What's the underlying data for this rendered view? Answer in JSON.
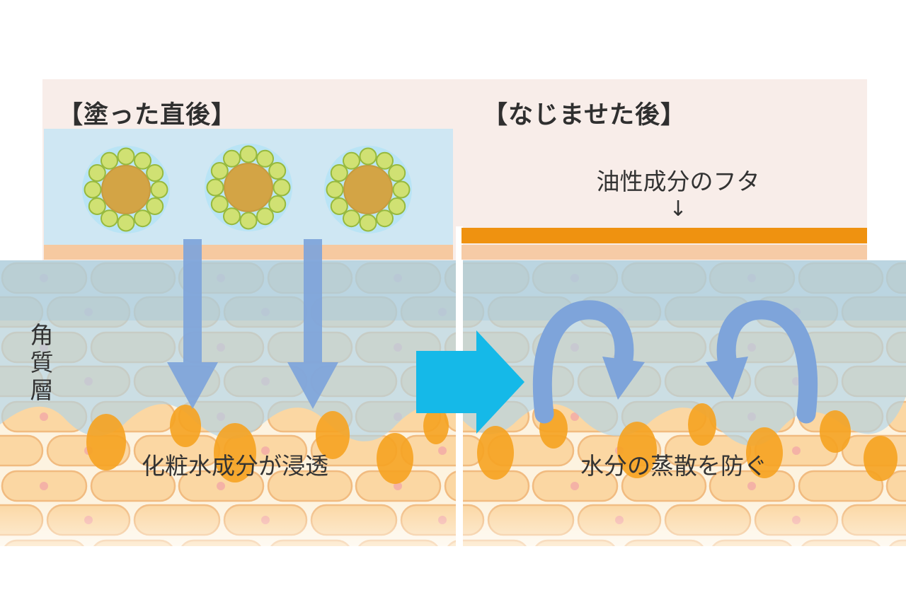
{
  "left_panel": {
    "title": "【塗った直後】",
    "caption": "化粧水成分が浸透"
  },
  "right_panel": {
    "title": "【なじませた後】",
    "oil_label": "油性成分のフタ",
    "oil_arrow": "↓",
    "caption": "水分の蒸散を防ぐ"
  },
  "side_label": "角質層",
  "colors": {
    "background_panel": "#f8ede9",
    "lotion_layer_blue": "#cfe7f3",
    "skin_cell_fill": "#fbd7a3",
    "skin_cell_stroke": "#f1bb80",
    "moisture_overlay_blue": "#b3d4e6",
    "deep_moisture_orange": "#f6a321",
    "oil_bar_orange": "#ef9210",
    "salmon_strip": "#f6c9a0",
    "arrow_blue": "#7ea4da",
    "transition_arrow_cyan": "#15b9e8",
    "micelle_center": "#d3a445",
    "micelle_ring_dot": "#d0e173"
  }
}
